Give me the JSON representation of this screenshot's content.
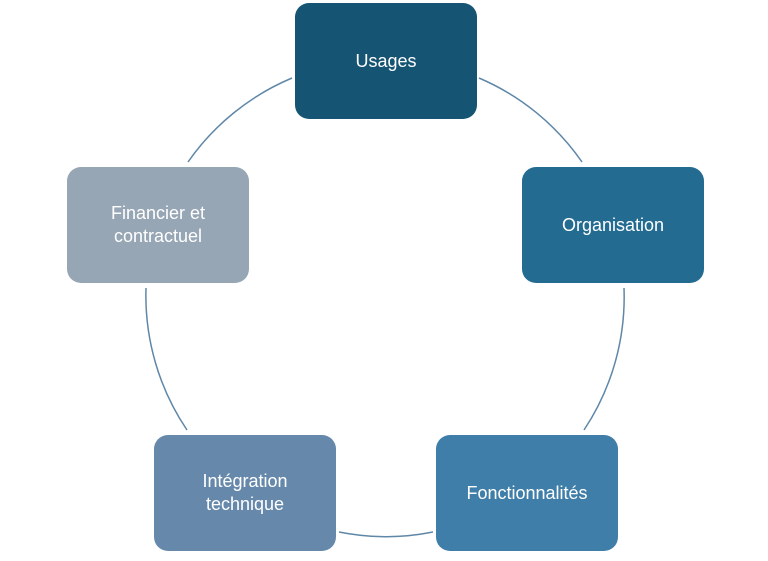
{
  "diagram": {
    "type": "cycle",
    "ring_color": "#5f87a8",
    "nodes": [
      {
        "id": "usages",
        "label": "Usages",
        "color": "#155473"
      },
      {
        "id": "organisation",
        "label": "Organisation",
        "color": "#236b91"
      },
      {
        "id": "fonctionnalites",
        "label": "Fonctionnalités",
        "color": "#3f7ea8"
      },
      {
        "id": "integration-technique",
        "label": "Intégration\ntechnique",
        "color": "#6689ab"
      },
      {
        "id": "financier-contractuel",
        "label": "Financier et\ncontractuel",
        "color": "#96a6b5"
      }
    ]
  }
}
